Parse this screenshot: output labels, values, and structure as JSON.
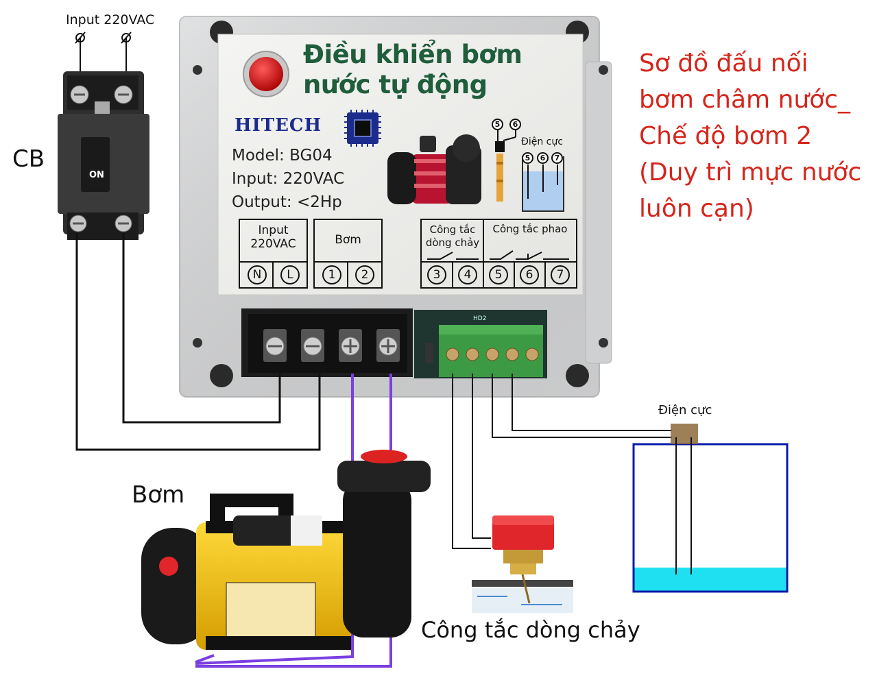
{
  "breaker": {
    "input_label": "Input 220VAC",
    "name_label": "CB",
    "switch_label": "ON"
  },
  "controller": {
    "title_line1": "Điều khiển bơm",
    "title_line2": "nước tự động",
    "brand": "HITECH",
    "model": "Model:  BG04",
    "input": "Input: 220VAC",
    "output": "Output: <2Hp",
    "electrode_label": "Điện cực",
    "electrode_terminals": [
      "5",
      "6",
      "7"
    ],
    "probe_terminals": [
      "5",
      "6"
    ],
    "terminal_groups": [
      {
        "label_line1": "Input",
        "label_line2": "220VAC",
        "terminals": [
          "N",
          "L"
        ]
      },
      {
        "label_line1": "Bơm",
        "label_line2": "",
        "terminals": [
          "1",
          "2"
        ]
      },
      {
        "label_line1": "Công tắc",
        "label_line2": "dòng chảy",
        "terminals": [
          "3",
          "4"
        ]
      },
      {
        "label_line1": "Công tắc phao",
        "label_line2": "",
        "terminals": [
          "5",
          "6",
          "7"
        ]
      }
    ],
    "board_marking": "HD2"
  },
  "heading": {
    "lines": [
      "Sơ đồ đấu nối",
      "bơm châm nước_",
      "Chế độ bơm 2",
      "(Duy trì mực nước",
      "luôn cạn)"
    ]
  },
  "pump": {
    "label": "Bơm"
  },
  "flow_switch": {
    "label": "Công tắc dòng chảy"
  },
  "tank": {
    "electrode_label": "Điện cực"
  },
  "colors": {
    "heading_red": "#d6251b",
    "title_green": "#1f5d3b",
    "brand_blue": "#1b2c8c",
    "pump_wire": "#7a3fe0",
    "wire": "#111111",
    "water": "#1fe0f0",
    "tank_border": "#0a1aa8",
    "terminal_green": "#3d9a44",
    "pump_yellow": "#f2c20c"
  }
}
